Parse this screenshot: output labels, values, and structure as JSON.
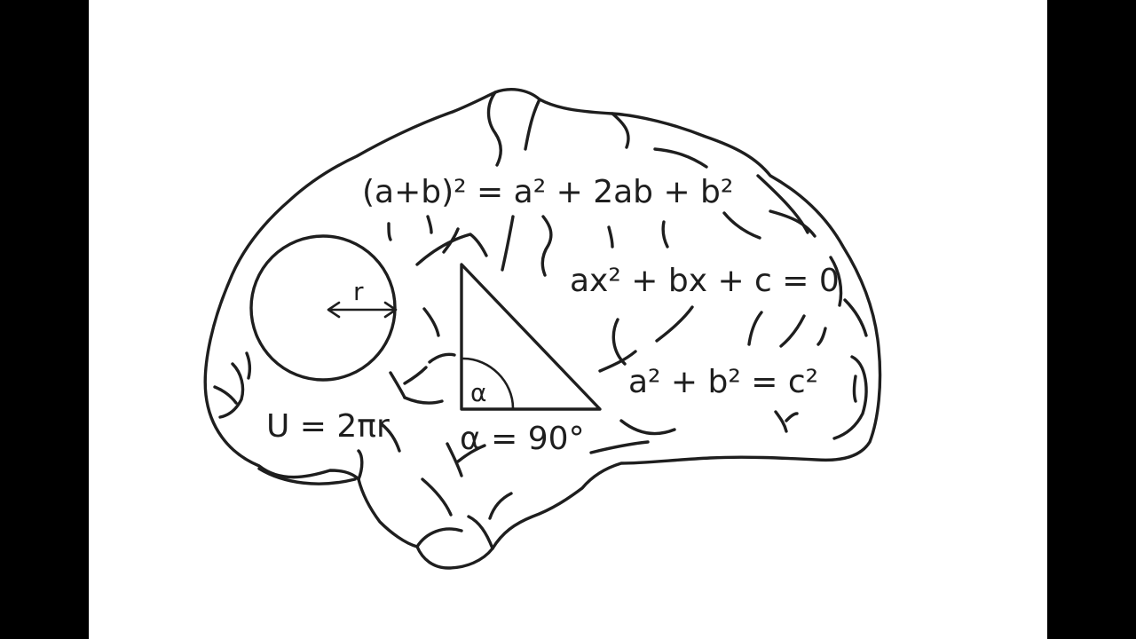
{
  "colors": {
    "background": "#000000",
    "paper": "#ffffff",
    "ink": "#1e1e1e"
  },
  "formulas": {
    "binomial": "(a+b)² = a² + 2ab + b²",
    "quadratic": "ax² + bx + c = 0",
    "pythagoras": "a² + b² = c²",
    "circumference": "U = 2πr",
    "angle": "α = 90°"
  },
  "labels": {
    "radius": "r",
    "angle_symbol": "α"
  }
}
